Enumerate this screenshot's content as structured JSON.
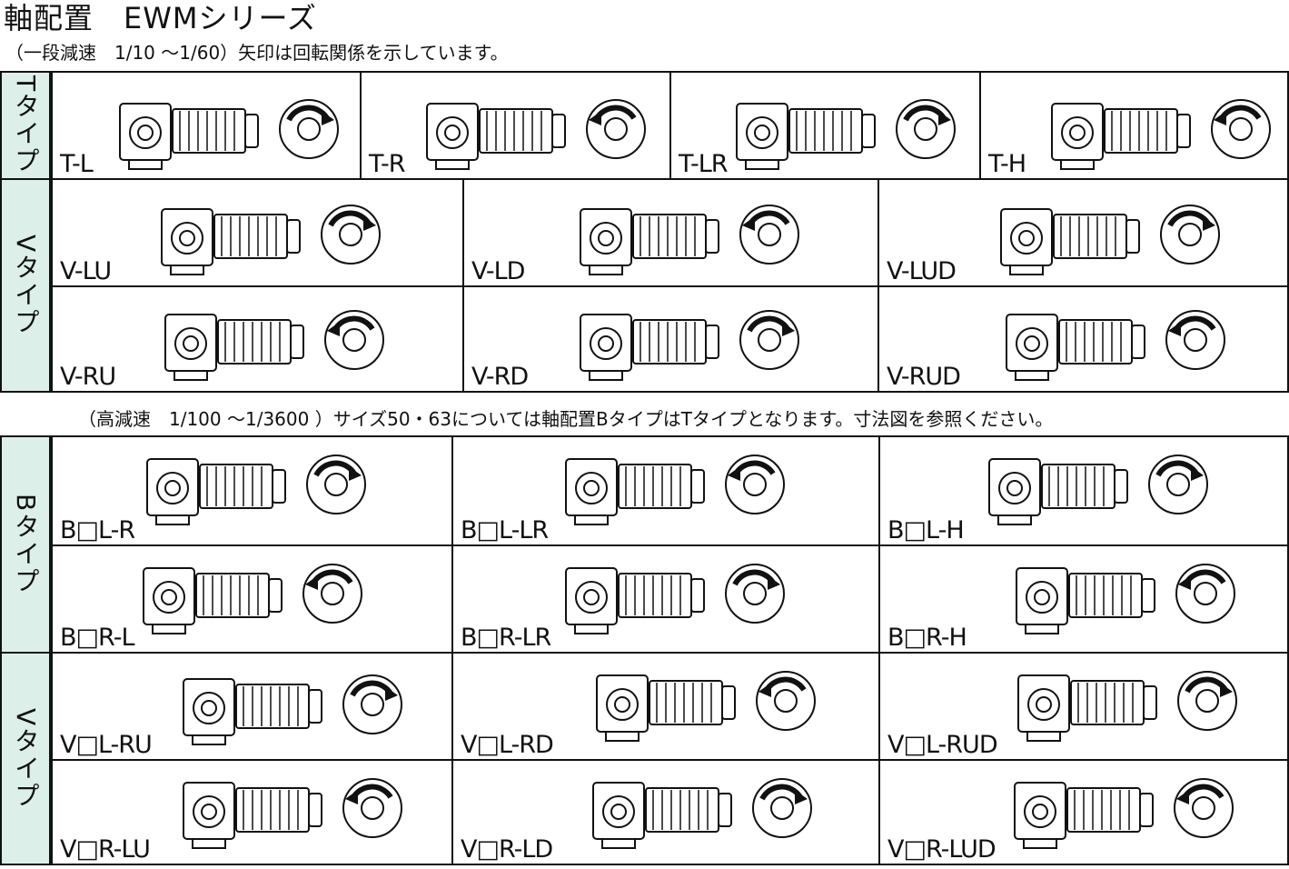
{
  "header": {
    "title": "軸配置　EWMシリーズ",
    "note_top": "（一段減速　1/10 ～1/60）矢印は回転関係を示しています。",
    "note_mid": "（高減速　1/100 ～1/3600 ）サイズ50・63については軸配置BタイプはTタイプとなります。寸法図を参照ください。"
  },
  "sections": {
    "t_type": {
      "side_label": "Tタイプ",
      "cells": [
        "T-L",
        "T-R",
        "T-LR",
        "T-H"
      ]
    },
    "v_type_1": {
      "side_label": "Vタイプ",
      "row1": [
        "V-LU",
        "V-LD",
        "V-LUD"
      ],
      "row2": [
        "V-RU",
        "V-RD",
        "V-RUD"
      ]
    },
    "b_type": {
      "side_label": "Bタイプ",
      "row1": [
        "B□L-R",
        "B□L-LR",
        "B□L-H"
      ],
      "row2": [
        "B□R-L",
        "B□R-LR",
        "B□R-H"
      ]
    },
    "v_type_2": {
      "side_label": "Vタイプ",
      "row1": [
        "V□L-RU",
        "V□L-RD",
        "V□L-RUD"
      ],
      "row2": [
        "V□R-LU",
        "V□R-LD",
        "V□R-LUD"
      ]
    }
  },
  "icons": [
    "gear-motor-drawing",
    "rotation-arrow-icon"
  ]
}
